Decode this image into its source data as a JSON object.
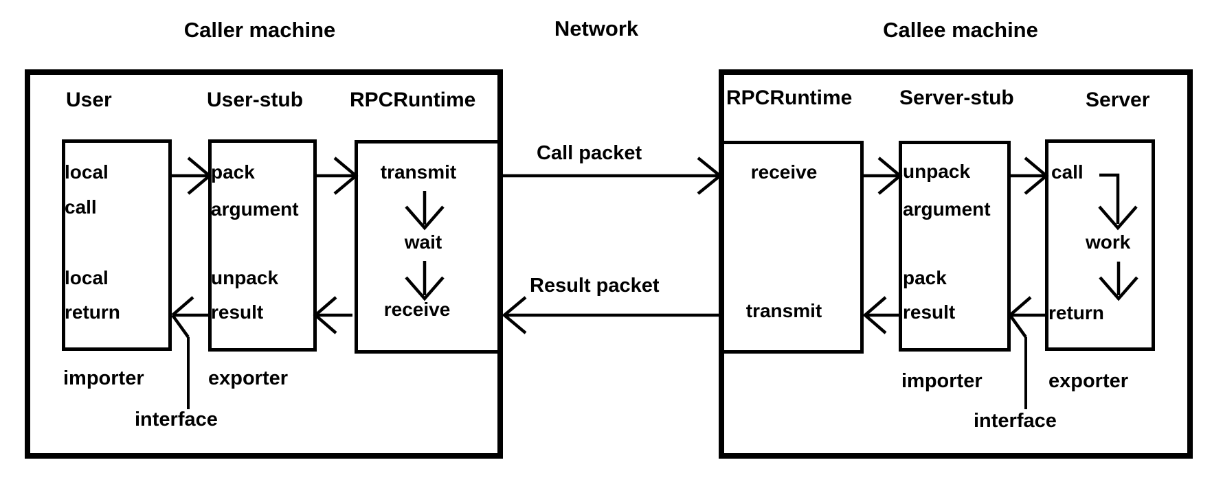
{
  "titles": {
    "caller": "Caller machine",
    "network": "Network",
    "callee": "Callee machine"
  },
  "network_labels": {
    "call_packet": "Call packet",
    "result_packet": "Result packet"
  },
  "caller": {
    "header_user": "User",
    "header_stub": "User-stub",
    "header_rpc": "RPCRuntime",
    "user_l1": "local",
    "user_l2": "call",
    "user_l3": "local",
    "user_l4": "return",
    "stub_l1": "pack",
    "stub_l2": "argument",
    "stub_l3": "unpack",
    "stub_l4": "result",
    "rpc_transmit": "transmit",
    "rpc_wait": "wait",
    "rpc_receive": "receive",
    "importer": "importer",
    "exporter": "exporter",
    "interface": "interface"
  },
  "callee": {
    "header_rpc": "RPCRuntime",
    "header_stub": "Server-stub",
    "header_server": "Server",
    "rpc_receive": "receive",
    "rpc_transmit": "transmit",
    "stub_l1": "unpack",
    "stub_l2": "argument",
    "stub_l3": "pack",
    "stub_l4": "result",
    "server_call": "call",
    "server_work": "work",
    "server_return": "return",
    "importer": "importer",
    "exporter": "exporter",
    "interface": "interface"
  },
  "colors": {
    "ink": "#000000",
    "paper": "#ffffff"
  }
}
